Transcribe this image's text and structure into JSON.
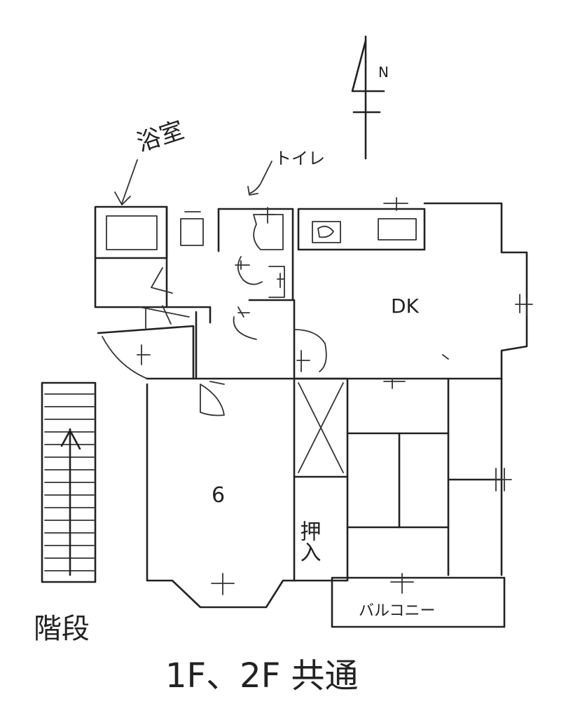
{
  "labels": {
    "north_mark": "N",
    "bath": "浴室",
    "toilet": "トイレ",
    "dk": "DK",
    "room_size": "6",
    "closet": "押入",
    "balcony": "バルコニー",
    "stairs": "階段",
    "footer": "1F、2F 共通"
  }
}
